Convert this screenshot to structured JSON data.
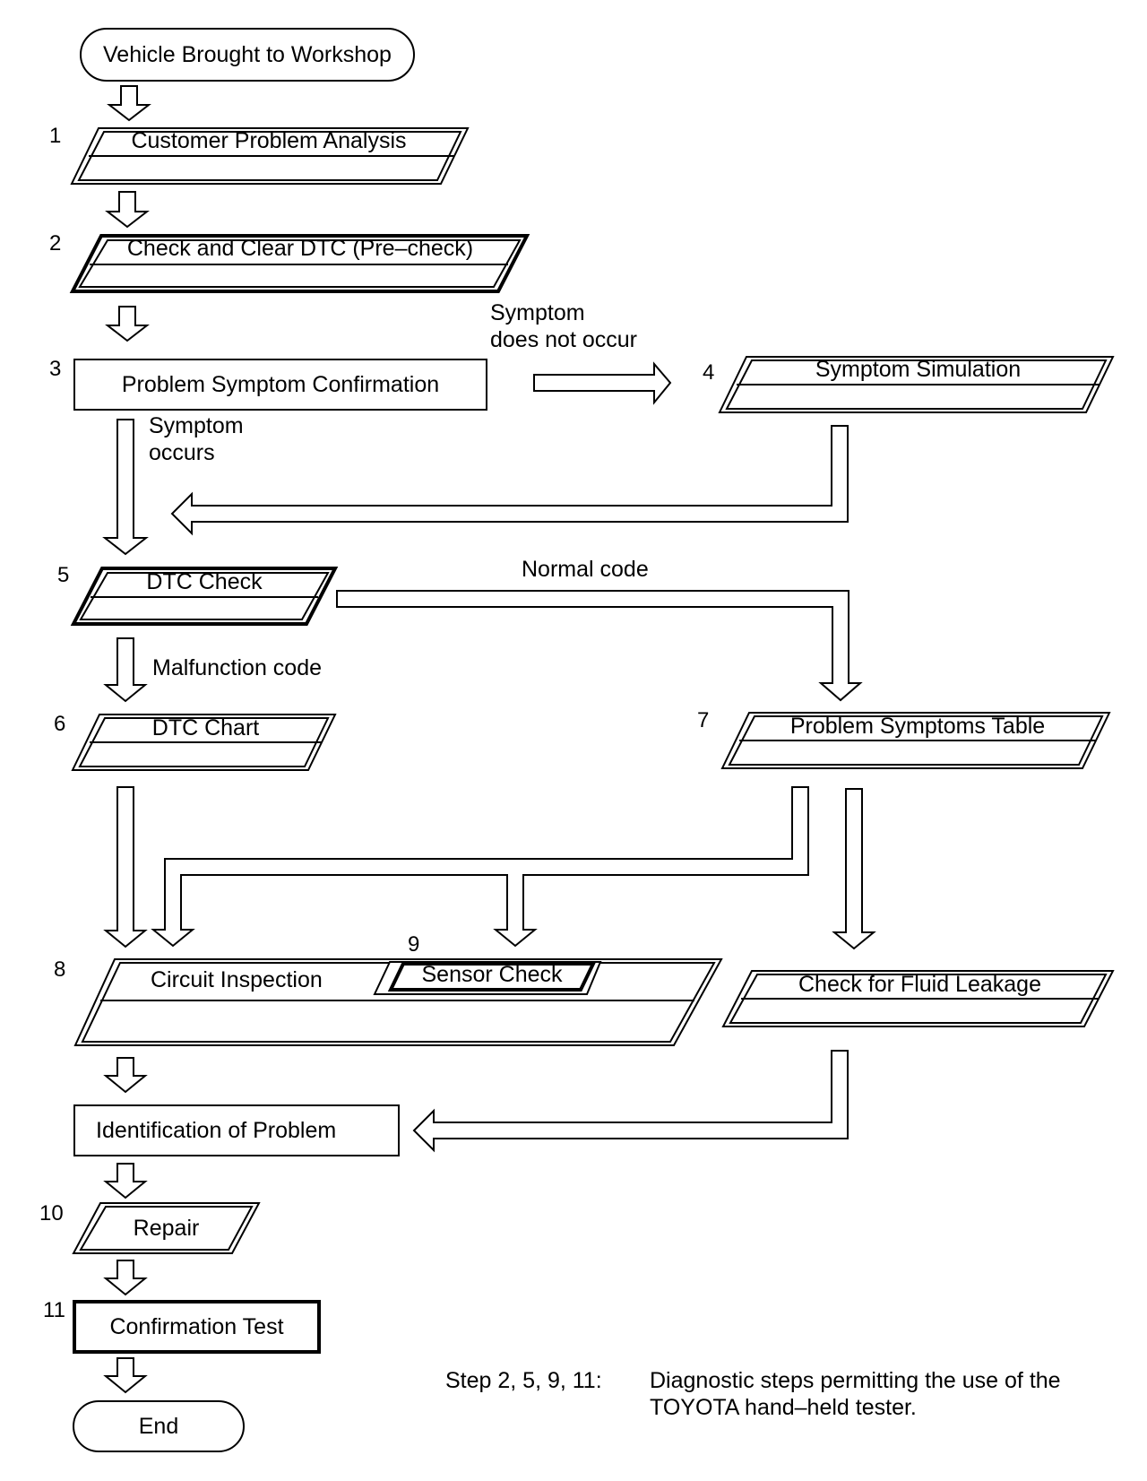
{
  "steps": {
    "start": "Vehicle Brought to Workshop",
    "s1": "Customer Problem Analysis",
    "s2": "Check and Clear DTC (Pre–check)",
    "s3": "Problem Symptom Confirmation",
    "s4": "Symptom Simulation",
    "s5": "DTC Check",
    "s6": "DTC Chart",
    "s7": "Problem Symptoms Table",
    "s8": "Circuit Inspection",
    "s9": "Sensor Check",
    "fluid": "Check for Fluid Leakage",
    "ident": "Identification of Problem",
    "s10": "Repair",
    "s11": "Confirmation Test",
    "end": "End"
  },
  "numbers": {
    "n1": "1",
    "n2": "2",
    "n3": "3",
    "n4": "4",
    "n5": "5",
    "n6": "6",
    "n7": "7",
    "n8": "8",
    "n9": "9",
    "n10": "10",
    "n11": "11"
  },
  "branches": {
    "no_occur_1": "Symptom",
    "no_occur_2": "does not occur",
    "occur_1": "Symptom",
    "occur_2": "occurs",
    "normal": "Normal code",
    "malfunction": "Malfunction code"
  },
  "note": {
    "steps": "Step 2, 5, 9, 11:",
    "line1": "Diagnostic steps permitting the use of the",
    "line2": "TOYOTA hand–held tester."
  }
}
